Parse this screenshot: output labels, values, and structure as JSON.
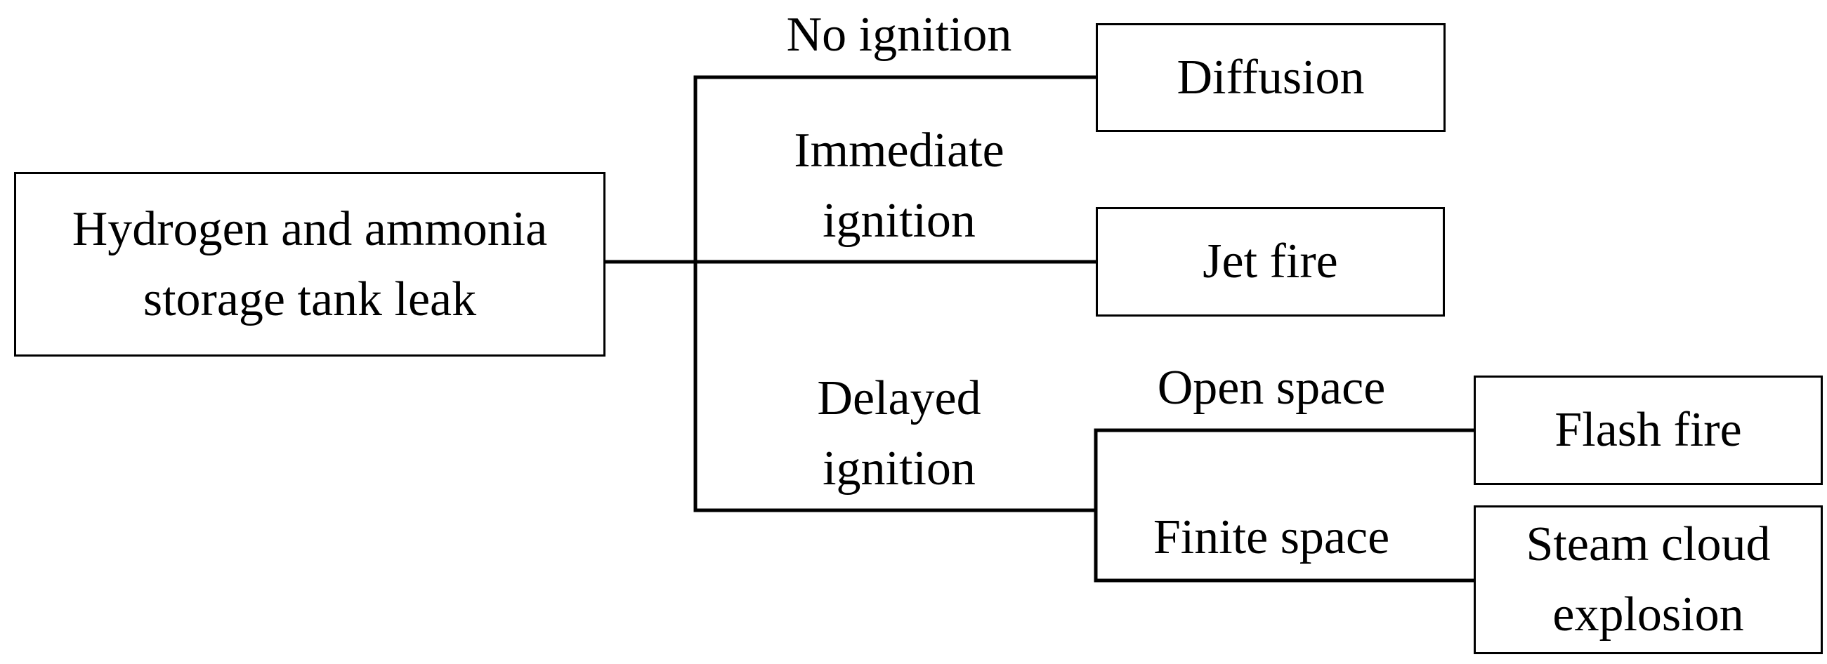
{
  "nodes": {
    "root": "Hydrogen and ammonia\nstorage tank leak",
    "diffusion": "Diffusion",
    "jet_fire": "Jet fire",
    "flash_fire": "Flash fire",
    "steam_cloud_explosion": "Steam cloud\nexplosion"
  },
  "branches": {
    "no_ignition": "No ignition",
    "immediate_ignition": "Immediate\nignition",
    "delayed_ignition": "Delayed\nignition",
    "open_space": "Open space",
    "finite_space": "Finite space"
  }
}
